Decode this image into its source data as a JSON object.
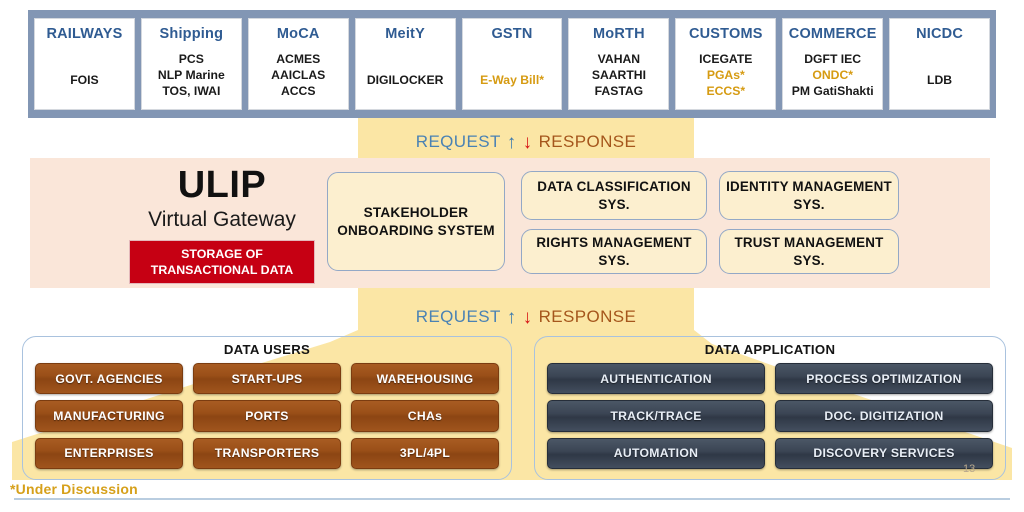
{
  "providers": [
    {
      "title": "RAILWAYS",
      "items": [
        {
          "text": "FOIS",
          "style": "spaced"
        }
      ]
    },
    {
      "title": "Shipping",
      "items": [
        {
          "text": "PCS",
          "style": "plain"
        },
        {
          "text": "NLP Marine",
          "style": "plain"
        },
        {
          "text": "TOS, IWAI",
          "style": "plain"
        }
      ]
    },
    {
      "title": "MoCA",
      "items": [
        {
          "text": "ACMES",
          "style": "plain"
        },
        {
          "text": "AAICLAS",
          "style": "plain"
        },
        {
          "text": "ACCS",
          "style": "plain"
        }
      ]
    },
    {
      "title": "MeitY",
      "items": [
        {
          "text": "DIGILOCKER",
          "style": "spaced"
        }
      ]
    },
    {
      "title": "GSTN",
      "items": [
        {
          "text": "E-Way Bill*",
          "style": "gold spaced"
        }
      ]
    },
    {
      "title": "MoRTH",
      "items": [
        {
          "text": "VAHAN",
          "style": "plain"
        },
        {
          "text": "SAARTHI",
          "style": "plain"
        },
        {
          "text": "FASTAG",
          "style": "plain"
        }
      ]
    },
    {
      "title": "CUSTOMS",
      "items": [
        {
          "text": "ICEGATE",
          "style": "plain"
        },
        {
          "text": "PGAs*",
          "style": "gold"
        },
        {
          "text": "ECCS*",
          "style": "gold"
        }
      ]
    },
    {
      "title": "COMMERCE",
      "items": [
        {
          "text": "DGFT IEC",
          "style": "plain"
        },
        {
          "text": "ONDC*",
          "style": "gold"
        },
        {
          "text": "PM GatiShakti",
          "style": "plain"
        }
      ]
    },
    {
      "title": "NICDC",
      "items": [
        {
          "text": "LDB",
          "style": "spaced"
        }
      ]
    }
  ],
  "flow": {
    "request_label": "REQUEST",
    "response_label": "RESPONSE",
    "arrow_up": "↑",
    "arrow_down": "↓",
    "request_color": "#4a82b4",
    "response_color": "#a5561c",
    "arrow_up_color": "#3b7ab0",
    "arrow_down_color": "#d61414"
  },
  "ulip": {
    "title": "ULIP",
    "subtitle": "Virtual Gateway",
    "storage_badge": "STORAGE OF TRANSACTIONAL DATA",
    "storage_badge_color": "#c60013",
    "band_color": "#fae6d9",
    "modules": {
      "stakeholder": "STAKEHOLDER ONBOARDING SYSTEM",
      "data_classification": "DATA CLASSIFICATION SYS.",
      "identity_management": "IDENTITY MANAGEMENT SYS.",
      "rights_management": "RIGHTS MANAGEMENT SYS.",
      "trust_management": "TRUST MANAGEMENT SYS."
    }
  },
  "data_users": {
    "title": "DATA USERS",
    "chips": [
      "GOVT. AGENCIES",
      "START-UPS",
      "WAREHOUSING",
      "MANUFACTURING",
      "PORTS",
      "CHAs",
      "ENTERPRISES",
      "TRANSPORTERS",
      "3PL/4PL"
    ],
    "chip_color": "#8c4513"
  },
  "data_application": {
    "title": "DATA APPLICATION",
    "chips": [
      "AUTHENTICATION",
      "PROCESS OPTIMIZATION",
      "TRACK/TRACE",
      "DOC. DIGITIZATION",
      "AUTOMATION",
      "DISCOVERY SERVICES"
    ],
    "chip_color": "#2f3846"
  },
  "footer": {
    "footnote": "*Under Discussion",
    "footnote_color": "#d6a01a",
    "page_number": "13"
  },
  "theme": {
    "header_band_color": "#8296b4",
    "spine_color": "#fbe6a5",
    "provider_title_color": "#2f5b92",
    "gold_accent": "#d69b12",
    "panel_border_color": "#a9c2de"
  }
}
